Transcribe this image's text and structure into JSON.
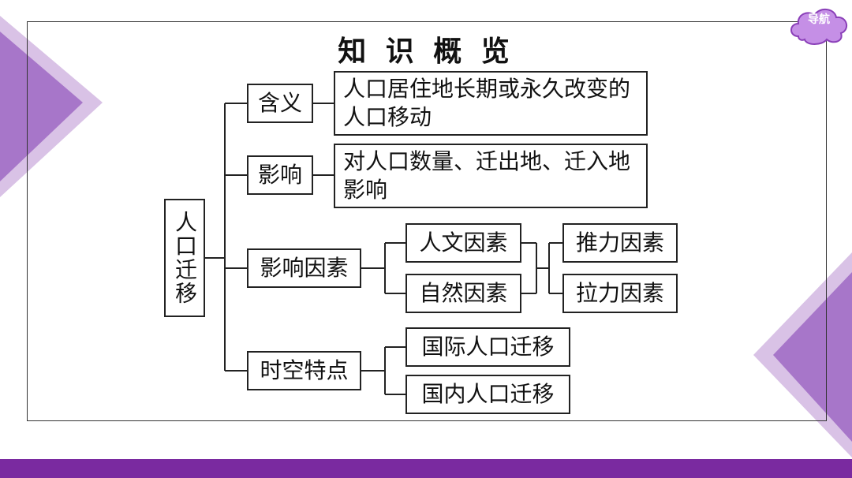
{
  "title": "知 识 概 览",
  "nav_label": "导航",
  "root": "人口迁移",
  "branches": {
    "meaning": {
      "label": "含义",
      "desc": "人口居住地长期或永久改变的人口移动"
    },
    "impact": {
      "label": "影响",
      "desc": "对人口数量、迁出地、迁入地影响"
    },
    "factors": {
      "label": "影响因素",
      "sub": [
        "人文因素",
        "自然因素"
      ],
      "forces": [
        "推力因素",
        "拉力因素"
      ]
    },
    "features": {
      "label": "时空特点",
      "sub": [
        "国际人口迁移",
        "国内人口迁移"
      ]
    }
  },
  "colors": {
    "accent_purple": "#7a2aa0",
    "light_purple": "#c9a6dc",
    "mid_purple": "#9b6cc0",
    "nav_fill": "#c58fe6"
  }
}
